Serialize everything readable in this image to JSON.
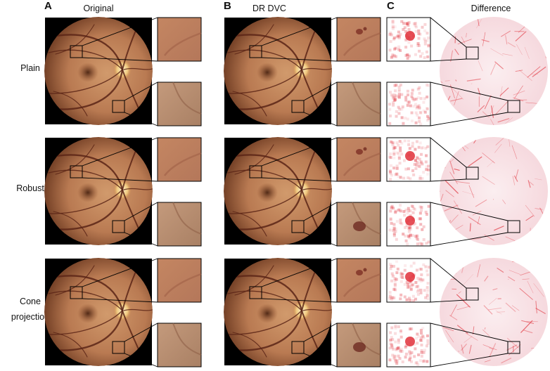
{
  "panels": {
    "a": {
      "letter": "A",
      "title": "Original"
    },
    "b": {
      "letter": "B",
      "title": "DR DVC"
    },
    "c": {
      "letter": "C",
      "title": "Difference"
    }
  },
  "rows": [
    {
      "label_lines": [
        "Plain"
      ]
    },
    {
      "label_lines": [
        "Robust"
      ]
    },
    {
      "label_lines": [
        "Cone",
        "projection"
      ]
    }
  ],
  "colors": {
    "fundus_center": "#c88b5e",
    "fundus_edge": "#6e3b22",
    "background_black": "#000000",
    "optic_disc": "#f6e2b4",
    "difference_red": "#e0303a"
  },
  "icons": {
    "fundus_image": "fundus-image",
    "zoom_box": "zoom-rectangle",
    "difference_map": "difference-heatmap"
  }
}
